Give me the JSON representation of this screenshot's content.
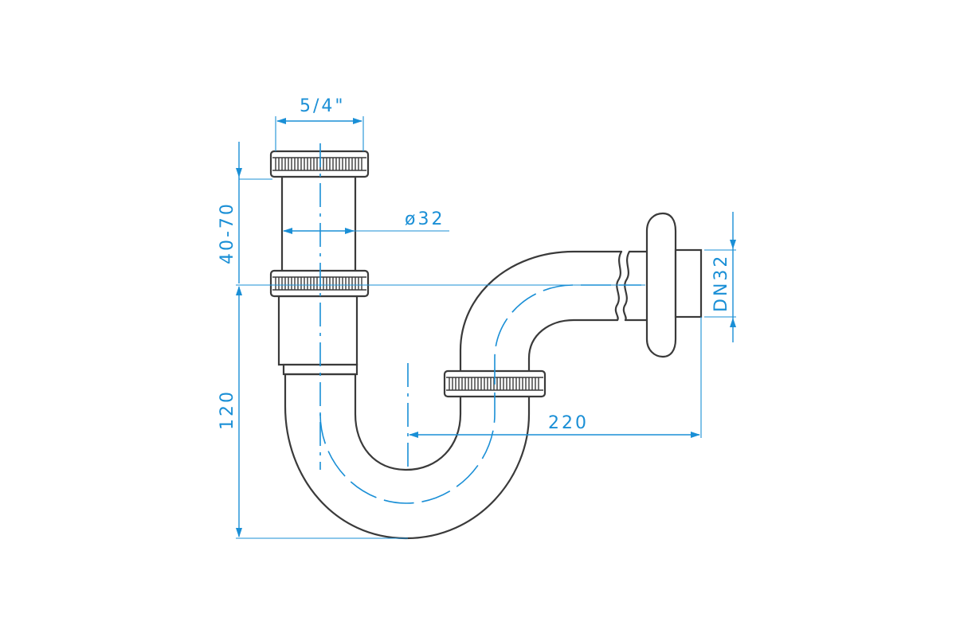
{
  "dimensions": {
    "nut_thread": "5/4\"",
    "pipe_diameter": "ø32",
    "height_adjust": "40-70",
    "depth": "120",
    "width": "220",
    "outlet": "DN32"
  },
  "colors": {
    "outline": "#3a3a3a",
    "dimension": "#1a8fd6",
    "background": "#ffffff"
  }
}
